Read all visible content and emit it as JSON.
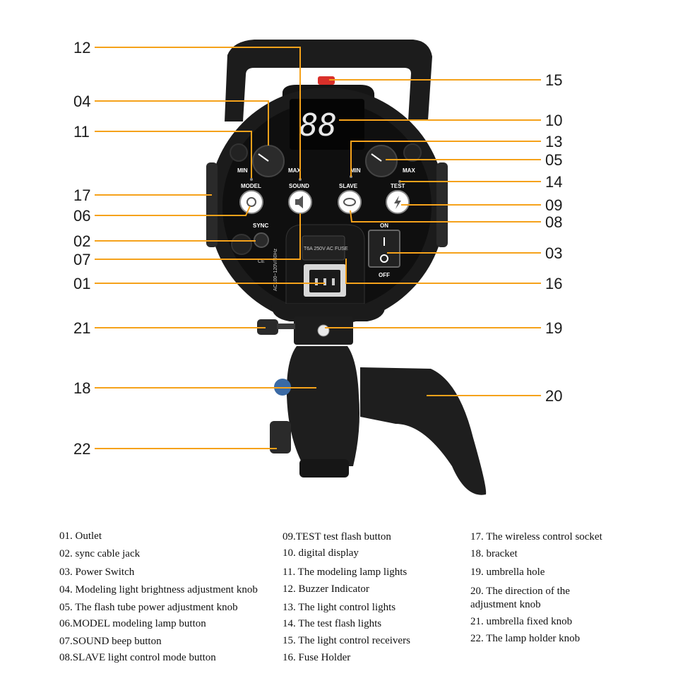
{
  "callouts": [
    {
      "id": "12",
      "label": "12"
    },
    {
      "id": "04",
      "label": "04"
    },
    {
      "id": "11",
      "label": "11"
    },
    {
      "id": "17",
      "label": "17"
    },
    {
      "id": "06",
      "label": "06"
    },
    {
      "id": "02",
      "label": "02"
    },
    {
      "id": "07",
      "label": "07"
    },
    {
      "id": "01",
      "label": "01"
    },
    {
      "id": "21",
      "label": "21"
    },
    {
      "id": "18",
      "label": "18"
    },
    {
      "id": "22",
      "label": "22"
    },
    {
      "id": "15",
      "label": "15"
    },
    {
      "id": "10",
      "label": "10"
    },
    {
      "id": "13",
      "label": "13"
    },
    {
      "id": "05",
      "label": "05"
    },
    {
      "id": "14",
      "label": "14"
    },
    {
      "id": "09",
      "label": "09"
    },
    {
      "id": "08",
      "label": "08"
    },
    {
      "id": "03",
      "label": "03"
    },
    {
      "id": "16",
      "label": "16"
    },
    {
      "id": "19",
      "label": "19"
    },
    {
      "id": "20",
      "label": "20"
    }
  ],
  "panel": {
    "display": "88",
    "model": "MODEL",
    "sound": "SOUND",
    "slave": "SLAVE",
    "test": "TEST",
    "min_left": "MIN",
    "max_left": "MAX",
    "min_right": "MIN",
    "max_right": "MAX",
    "sync": "SYNC",
    "on": "ON",
    "off": "OFF",
    "voltage": "AC100~120V/60Hz",
    "ce": "CE",
    "fuse": "T6A 250V AC FUSE"
  },
  "colors": {
    "leader": "#f5a21b",
    "body": "#1b1b1b",
    "panel": "#101010",
    "accent_red": "#d9302a"
  },
  "legend": {
    "col1": [
      "01. Outlet",
      "02. sync cable jack",
      "03. Power Switch",
      "04. Modeling light brightness adjustment knob",
      "05. The flash tube power adjustment knob",
      "06.MODEL modeling lamp button",
      "07.SOUND beep button",
      "08.SLAVE light control mode button"
    ],
    "col2": [
      "09.TEST test flash button",
      "10. digital display",
      "11. The modeling lamp lights",
      "12. Buzzer Indicator",
      "13. The light control lights",
      "14. The test flash lights",
      "15. The light control receivers",
      "16. Fuse Holder"
    ],
    "col3": [
      "17. The wireless control socket",
      "18. bracket",
      "19. umbrella hole",
      "20. The direction of the",
      "adjustment knob",
      "21. umbrella fixed knob",
      "22. The lamp holder knob"
    ]
  }
}
